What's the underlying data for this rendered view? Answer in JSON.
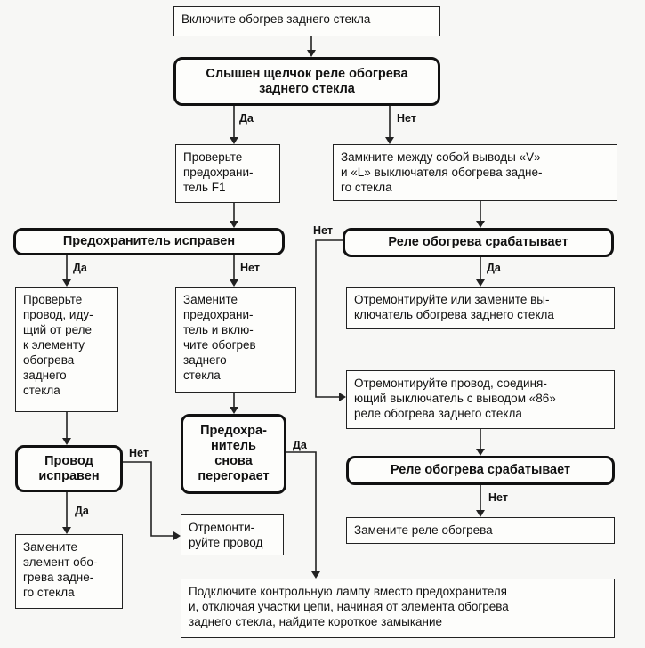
{
  "nodes": {
    "n1": "Включите обогрев заднего стекла",
    "n2": "Слышен щелчок реле обогрева\nзаднего стекла",
    "n3": "Проверьте\nпредохрани-\nтель F1",
    "n4": "Замкните между собой выводы «V»\nи «L» выключателя обогрева задне-\nго стекла",
    "n5": "Предохранитель исправен",
    "n6": "Реле обогрева срабатывает",
    "n7": "Проверьте\nпровод, иду-\nщий от реле\nк элементу\nобогрева\nзаднего\nстекла",
    "n8": "Замените\nпредохрани-\nтель и вклю-\nчите обогрев\nзаднего\nстекла",
    "n9": "Отремонтируйте или замените вы-\nключатель обогрева заднего стекла",
    "n10": "Отремонтируйте провод, соединя-\nющий выключатель с выводом «86»\nреле обогрева заднего стекла",
    "n11": "Предохра-\nнитель\nснова\nперегорает",
    "n12": "Провод\nисправен",
    "n13": "Реле обогрева срабатывает",
    "n14": "Отремонти-\nруйте провод",
    "n15": "Замените реле обогрева",
    "n16": "Замените\nэлемент обо-\nгрева задне-\nго стекла",
    "n17": "Подключите контрольную лампу вместо предохранителя\nи, отключая участки цепи, начиная от элемента обогрева\nзаднего стекла, найдите короткое замыкание"
  },
  "labels": {
    "yes": "Да",
    "no": "Нет"
  }
}
